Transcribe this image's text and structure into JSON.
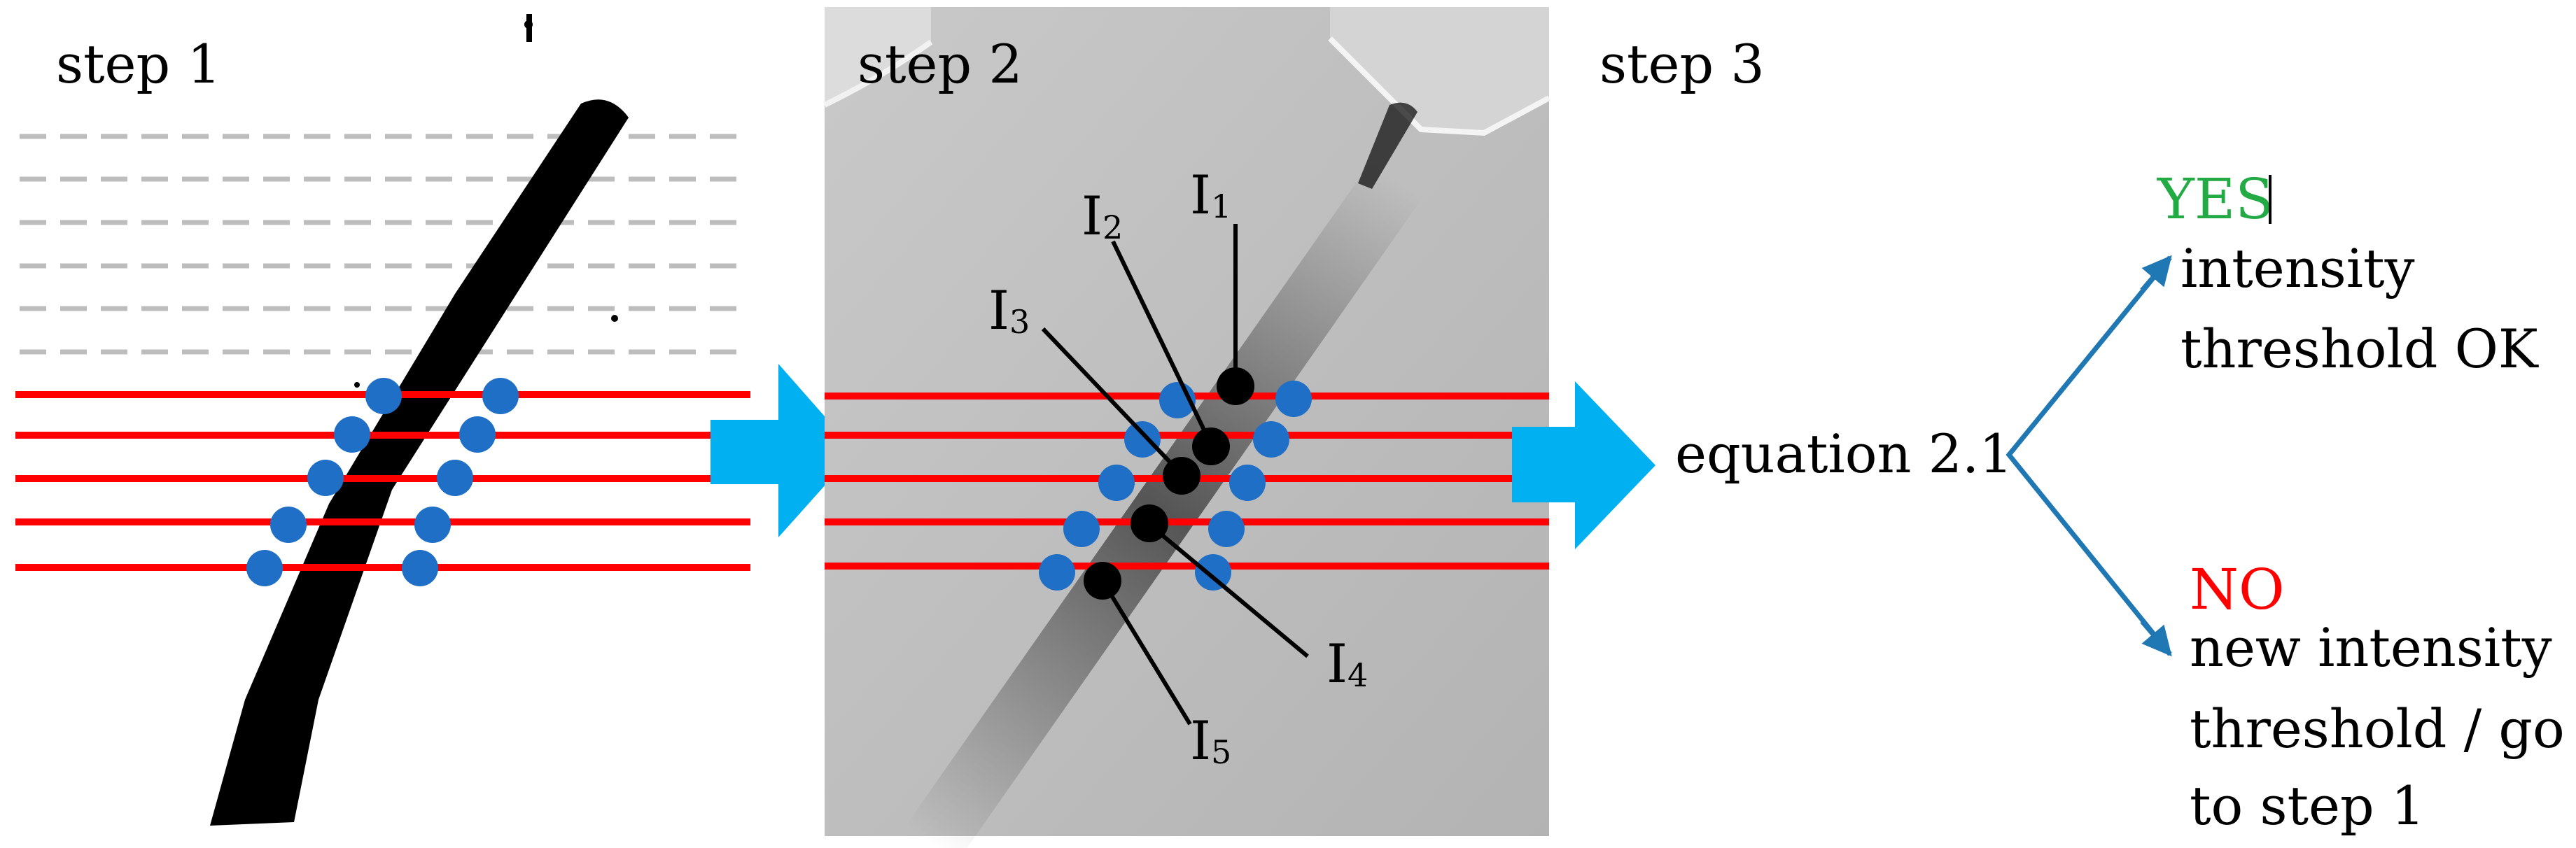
{
  "step1": {
    "label": "step 1"
  },
  "step2": {
    "label": "step 2",
    "intensity_labels": [
      {
        "letter": "I",
        "index": "1"
      },
      {
        "letter": "I",
        "index": "2"
      },
      {
        "letter": "I",
        "index": "3"
      },
      {
        "letter": "I",
        "index": "4"
      },
      {
        "letter": "I",
        "index": "5"
      }
    ]
  },
  "step3": {
    "label": "step 3",
    "equation": "equation 2.1",
    "yes": {
      "label": "YES",
      "line1": "intensity",
      "line2": "threshold OK"
    },
    "no": {
      "label": "NO",
      "line1": "new  intensity",
      "line2": "threshold / go",
      "line3": "to step 1"
    }
  },
  "colors": {
    "red_line": "#ff0000",
    "blue_marker": "#1f6fc6",
    "black_marker": "#000000",
    "arrow_fill": "#00b0f0",
    "branch_arrow": "#1f78b4",
    "yes_text": "#22aa44",
    "no_text": "#ff0000"
  }
}
